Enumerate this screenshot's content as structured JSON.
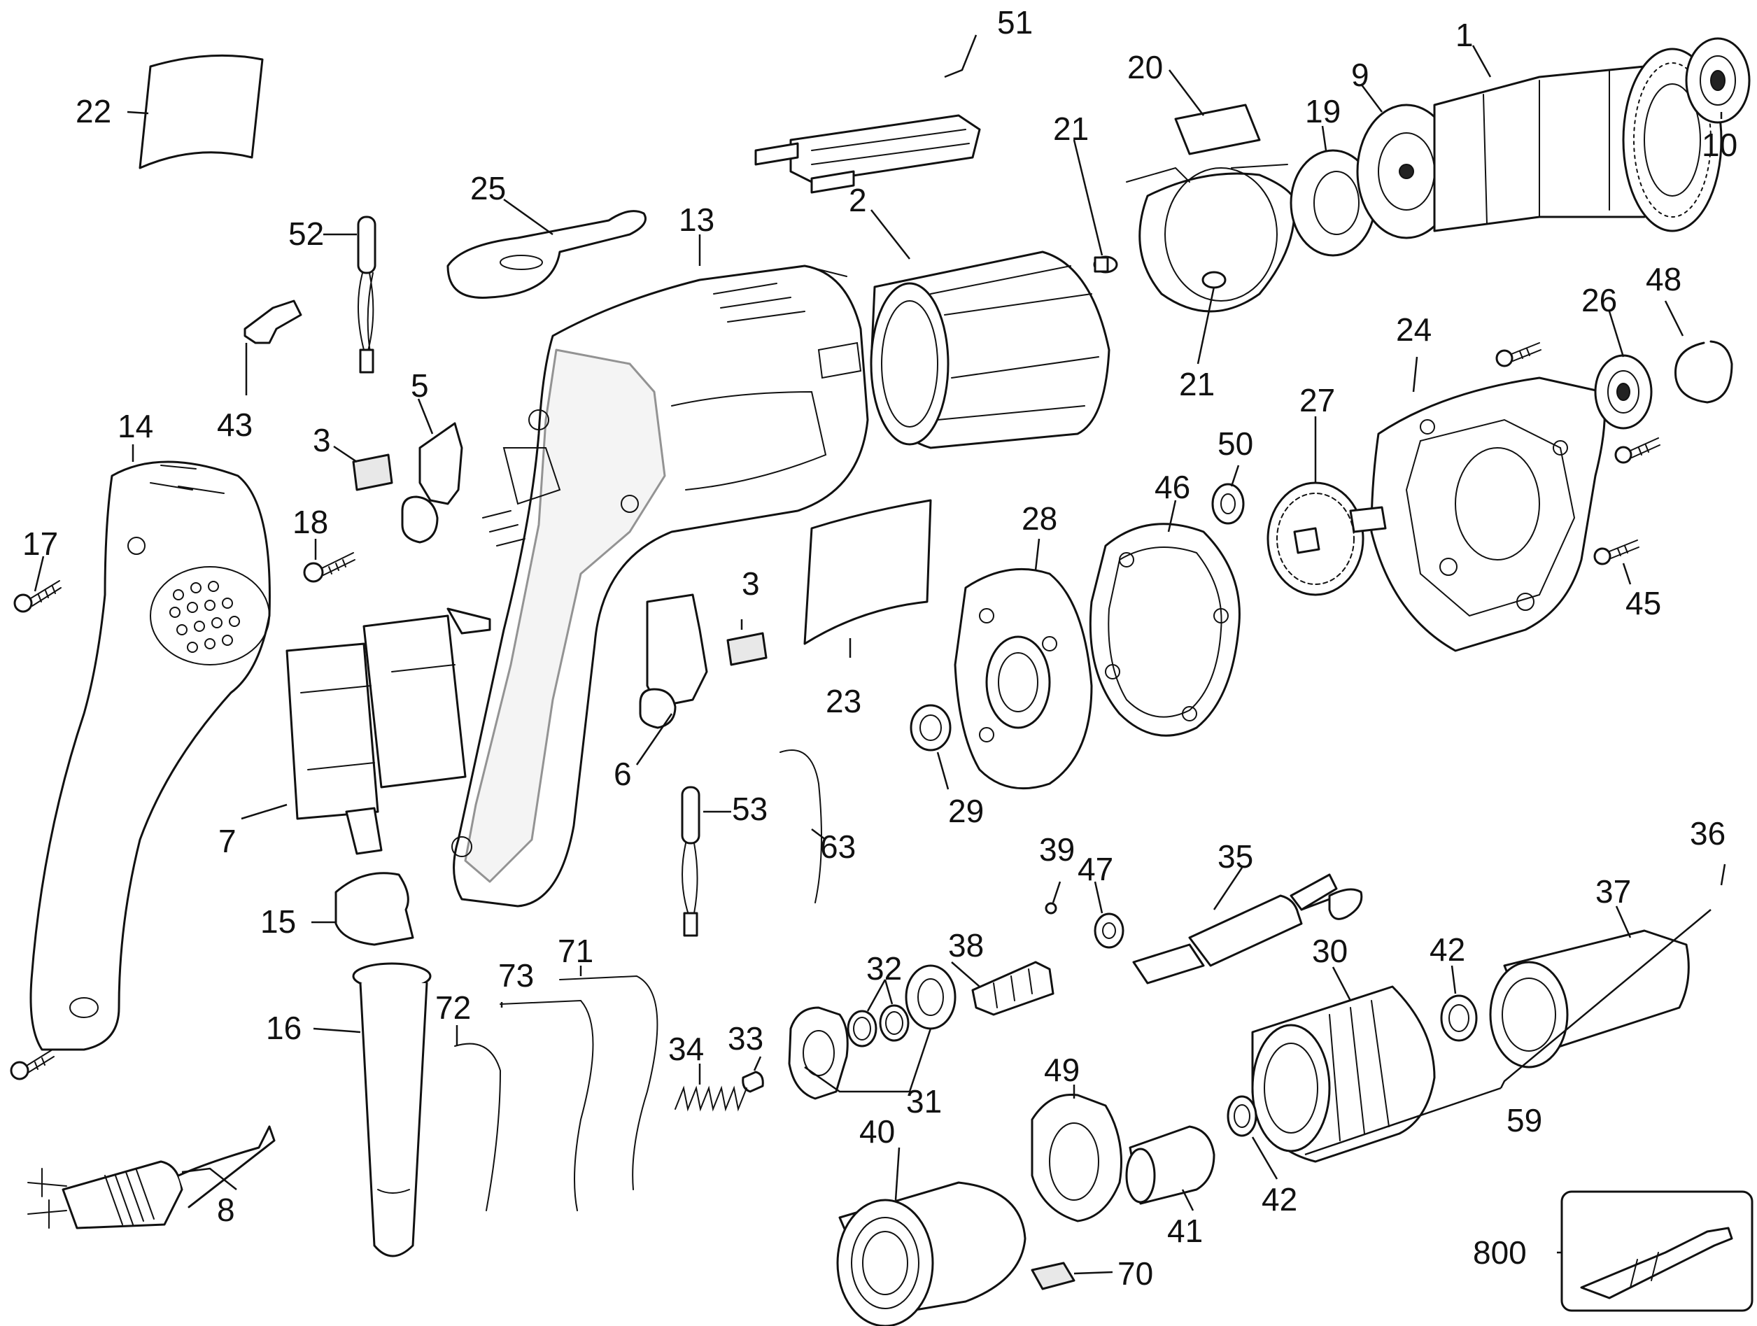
{
  "diagram": {
    "labels": {
      "p1": "1",
      "p2": "2",
      "p3a": "3",
      "p3b": "3",
      "p5": "5",
      "p6": "6",
      "p7": "7",
      "p8": "8",
      "p9": "9",
      "p10": "10",
      "p13": "13",
      "p14": "14",
      "p15": "15",
      "p16": "16",
      "p17": "17",
      "p18": "18",
      "p19": "19",
      "p20": "20",
      "p21a": "21",
      "p21b": "21",
      "p22": "22",
      "p23": "23",
      "p24": "24",
      "p25": "25",
      "p26": "26",
      "p27": "27",
      "p28": "28",
      "p29": "29",
      "p30": "30",
      "p31": "31",
      "p32": "32",
      "p33": "33",
      "p34": "34",
      "p35": "35",
      "p36": "36",
      "p37": "37",
      "p38": "38",
      "p39": "39",
      "p40": "40",
      "p41": "41",
      "p42a": "42",
      "p42b": "42",
      "p43": "43",
      "p45": "45",
      "p46": "46",
      "p47": "47",
      "p48": "48",
      "p49": "49",
      "p50": "50",
      "p51": "51",
      "p52": "52",
      "p53": "53",
      "p59": "59",
      "p63": "63",
      "p70": "70",
      "p71": "71",
      "p72": "72",
      "p73": "73",
      "p800": "800"
    }
  }
}
